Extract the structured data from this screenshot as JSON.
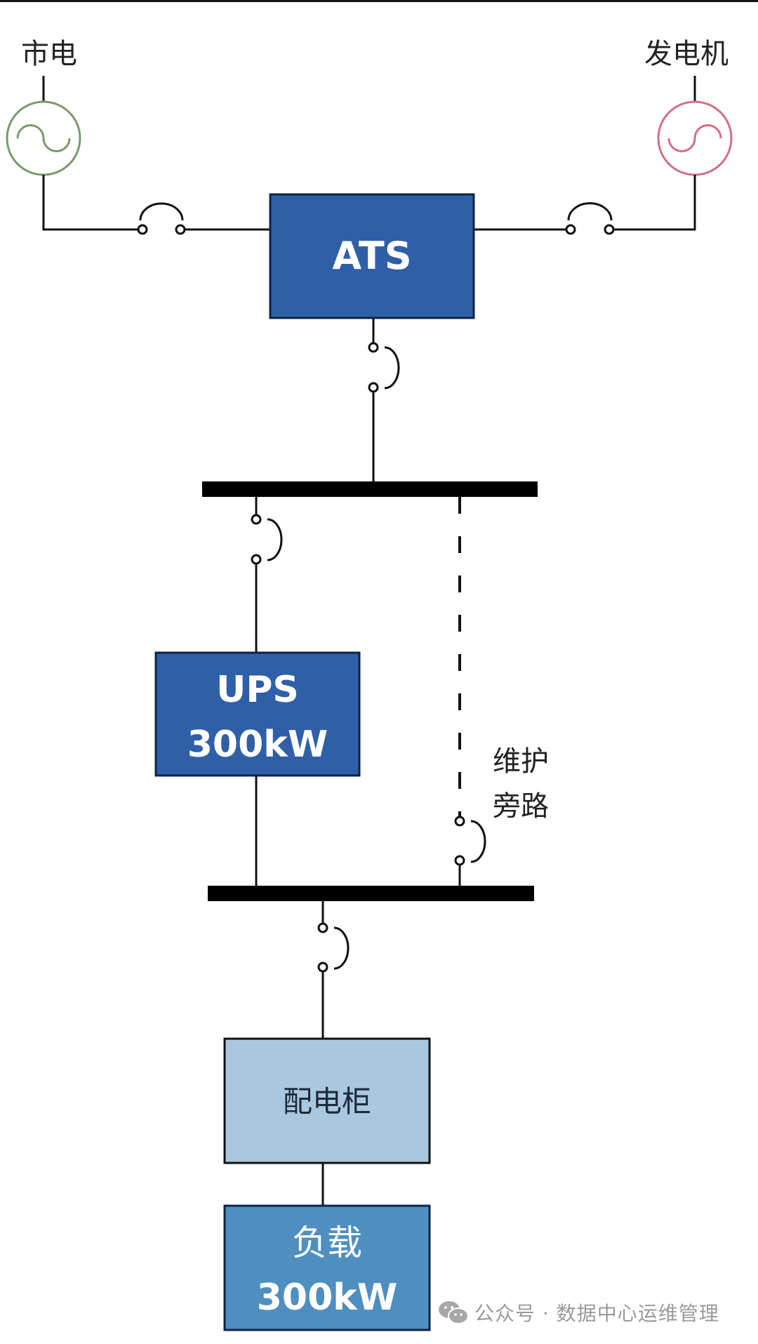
{
  "diagram": {
    "title": "UPS power distribution single-line diagram",
    "sources": {
      "utility": {
        "label": "市电",
        "color": "#7a9a6a"
      },
      "generator": {
        "label": "发电机",
        "color": "#d07080"
      }
    },
    "blocks": {
      "ats": {
        "label": "ATS",
        "fill": "#2f5fa7"
      },
      "ups": {
        "line1": "UPS",
        "line2": "300kW",
        "fill": "#2f5fa7"
      },
      "pdu": {
        "label": "配电柜",
        "fill": "#a9c8e0"
      },
      "load": {
        "line1": "负载",
        "line2": "300kW",
        "fill": "#4f8fc0"
      }
    },
    "bypass": {
      "line1": "维护",
      "line2": "旁路"
    },
    "colors": {
      "wire": "#111111",
      "bus": "#000000",
      "text_dark": "#222222",
      "text_light": "#ffffff"
    }
  },
  "watermark": {
    "icon": "wechat-icon",
    "text": "公众号 · 数据中心运维管理"
  }
}
